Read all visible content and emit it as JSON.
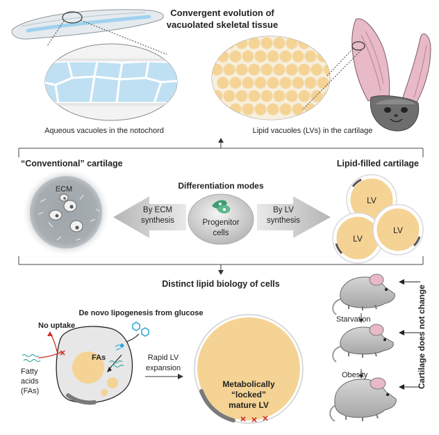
{
  "title_line1": "Convergent evolution of",
  "title_line2": "vacuolated skeletal tissue",
  "caption_notochord": "Aqueous vacuoles in the notochord",
  "caption_cartilage": "Lipid vacuoles (LVs) in the cartilage",
  "conventional_heading": "“Conventional” cartilage",
  "lipid_heading": "Lipid-filled cartilage",
  "ecm_label": "ECM",
  "differentiation_heading": "Differentiation modes",
  "arrow_left_line1": "By ECM",
  "arrow_left_line2": "synthesis",
  "arrow_right_line1": "By LV",
  "arrow_right_line2": "synthesis",
  "progenitor_line1": "Progenitor",
  "progenitor_line2": "cells",
  "lv_labels": [
    "LV",
    "LV",
    "LV"
  ],
  "lipid_biology_heading": "Distinct lipid biology of cells",
  "lipogenesis_label": "De novo lipogenesis from glucose",
  "no_uptake_label": "No uptake",
  "fatty_acids_lines": [
    "Fatty",
    "acids",
    "(FAs)"
  ],
  "fas_label": "FAs",
  "rapid_expansion_lines": [
    "Rapid LV",
    "expansion"
  ],
  "mature_lv_lines": [
    "Metabolically",
    "“locked”",
    "mature LV"
  ],
  "starvation_label": "Starvation",
  "obesity_label": "Obesity",
  "no_change_label": "Cartilage does not change",
  "colors": {
    "lipid": "#f5d394",
    "water_vacuole": "#bfe0f2",
    "gray_arrow": "#cfcfcf",
    "red_cross": "#d0312d",
    "teal": "#3aa9a0",
    "cyan": "#2ba3d6"
  }
}
